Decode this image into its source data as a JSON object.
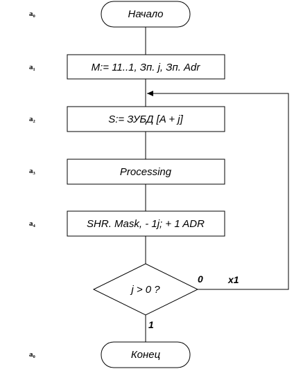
{
  "states": {
    "a0_start": "a₀",
    "a1": "a₁",
    "a2": "a₂",
    "a3": "a₃",
    "a4": "a₄",
    "a0_end": "a₀"
  },
  "nodes": {
    "start": "Начало",
    "step1": "M:= 11..1, Зп. j, Зп. Adr",
    "step2": "S:= ЗУБД [A + j]",
    "step3": "Processing",
    "step4": "SHR. Mask, - 1j; + 1 ADR",
    "decision": "j > 0 ?",
    "end": "Конец"
  },
  "edges": {
    "no_label": "0",
    "yes_label": "1",
    "condition_label": "x1"
  }
}
